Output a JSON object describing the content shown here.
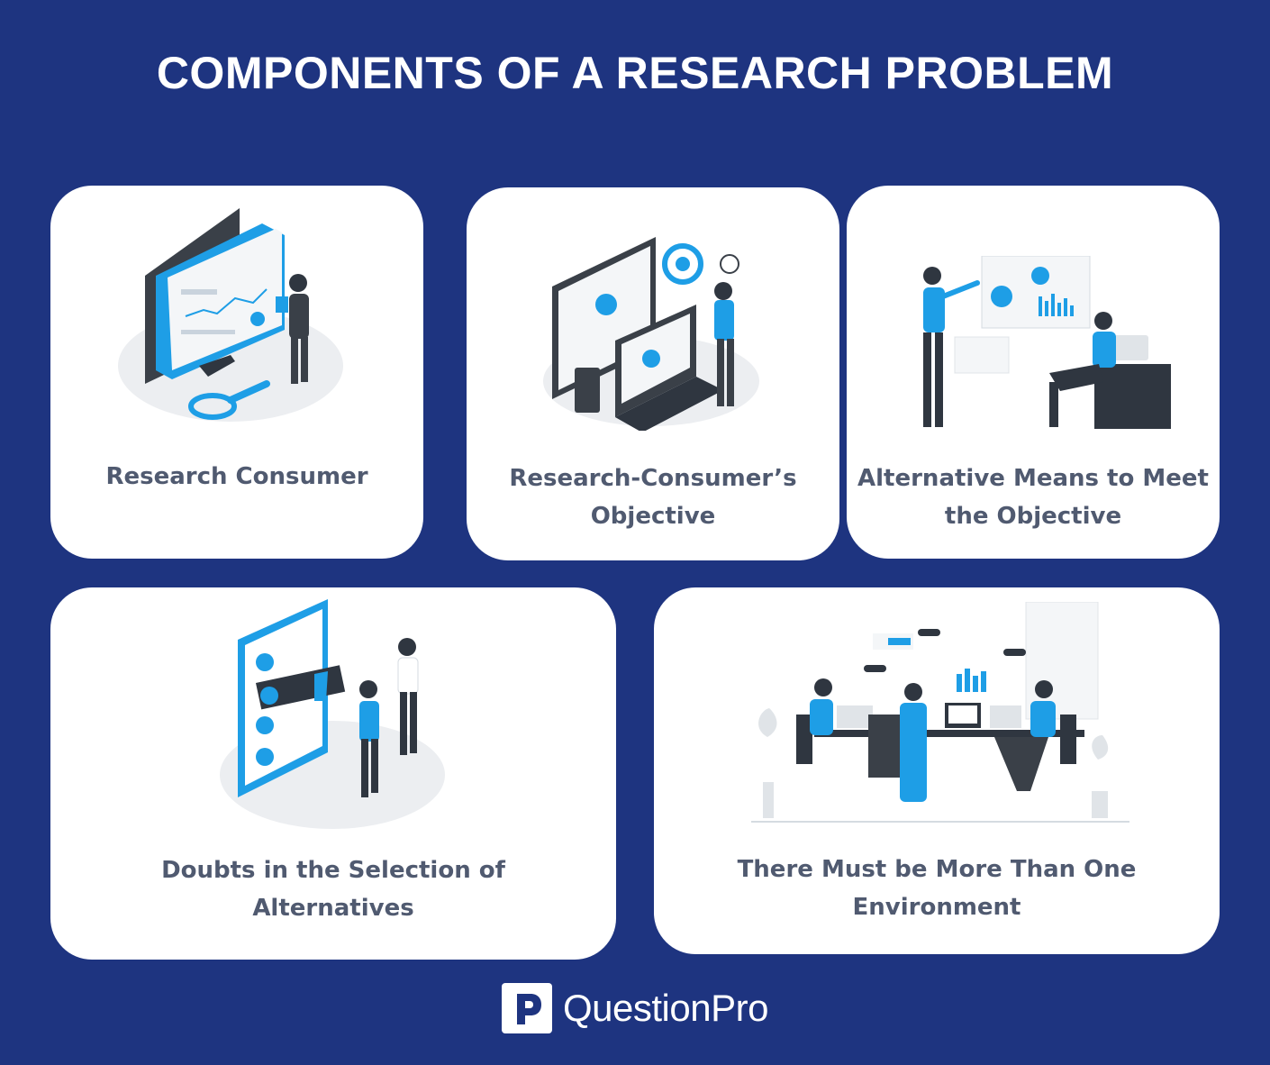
{
  "title": "COMPONENTS OF A RESEARCH PROBLEM",
  "cards": [
    {
      "lines": [
        "Research Consumer"
      ],
      "icon": "research-consumer-illustration"
    },
    {
      "lines": [
        "Research-Consumer’s",
        "Objective"
      ],
      "icon": "objective-target-illustration"
    },
    {
      "lines": [
        "Alternative Means to Meet",
        "the Objective"
      ],
      "icon": "presentation-meeting-illustration"
    },
    {
      "lines": [
        "Doubts in the Selection of",
        "Alternatives"
      ],
      "icon": "selection-checklist-illustration"
    },
    {
      "lines": [
        "There Must be More Than One",
        "Environment"
      ],
      "icon": "team-meeting-illustration"
    }
  ],
  "brand": {
    "name": "QuestionPro",
    "logo": "questionpro-logo-icon"
  },
  "colors": {
    "background": "#1e3480",
    "card": "#ffffff",
    "label": "#505a70",
    "accent": "#1e9ee6",
    "dark": "#2f3640"
  }
}
